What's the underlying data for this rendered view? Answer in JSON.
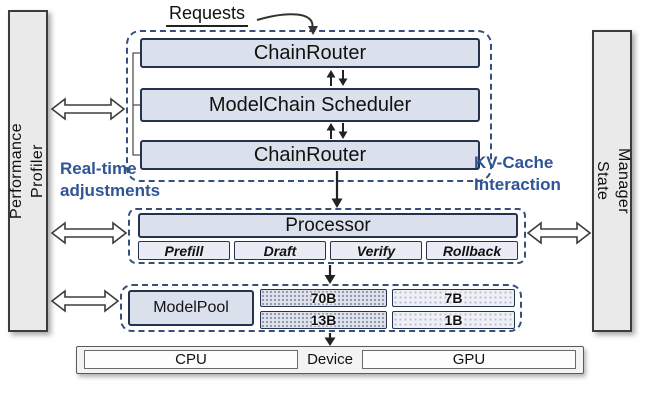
{
  "labels": {
    "requests": "Requests"
  },
  "sidebars": {
    "left": "Performance\nProfiler",
    "right": "State\nManager"
  },
  "router_stack": {
    "chain_router_top": "ChainRouter",
    "scheduler": "ModelChain Scheduler",
    "chain_router_bottom": "ChainRouter"
  },
  "annotations": {
    "left": "Real-time\nadjustments",
    "right": "KV-Cache\nInteraction"
  },
  "processor": {
    "title": "Processor",
    "stages": [
      "Prefill",
      "Draft",
      "Verify",
      "Rollback"
    ]
  },
  "model_pool": {
    "title": "ModelPool",
    "models": [
      "70B",
      "7B",
      "13B",
      "1B"
    ]
  },
  "device_bar": {
    "cpu": "CPU",
    "device": "Device",
    "gpu": "GPU"
  },
  "colors": {
    "accent_blue": "#2f5597",
    "box_fill": "#dbe1ec",
    "box_border": "#24344f",
    "dashed_border": "#35507a"
  }
}
